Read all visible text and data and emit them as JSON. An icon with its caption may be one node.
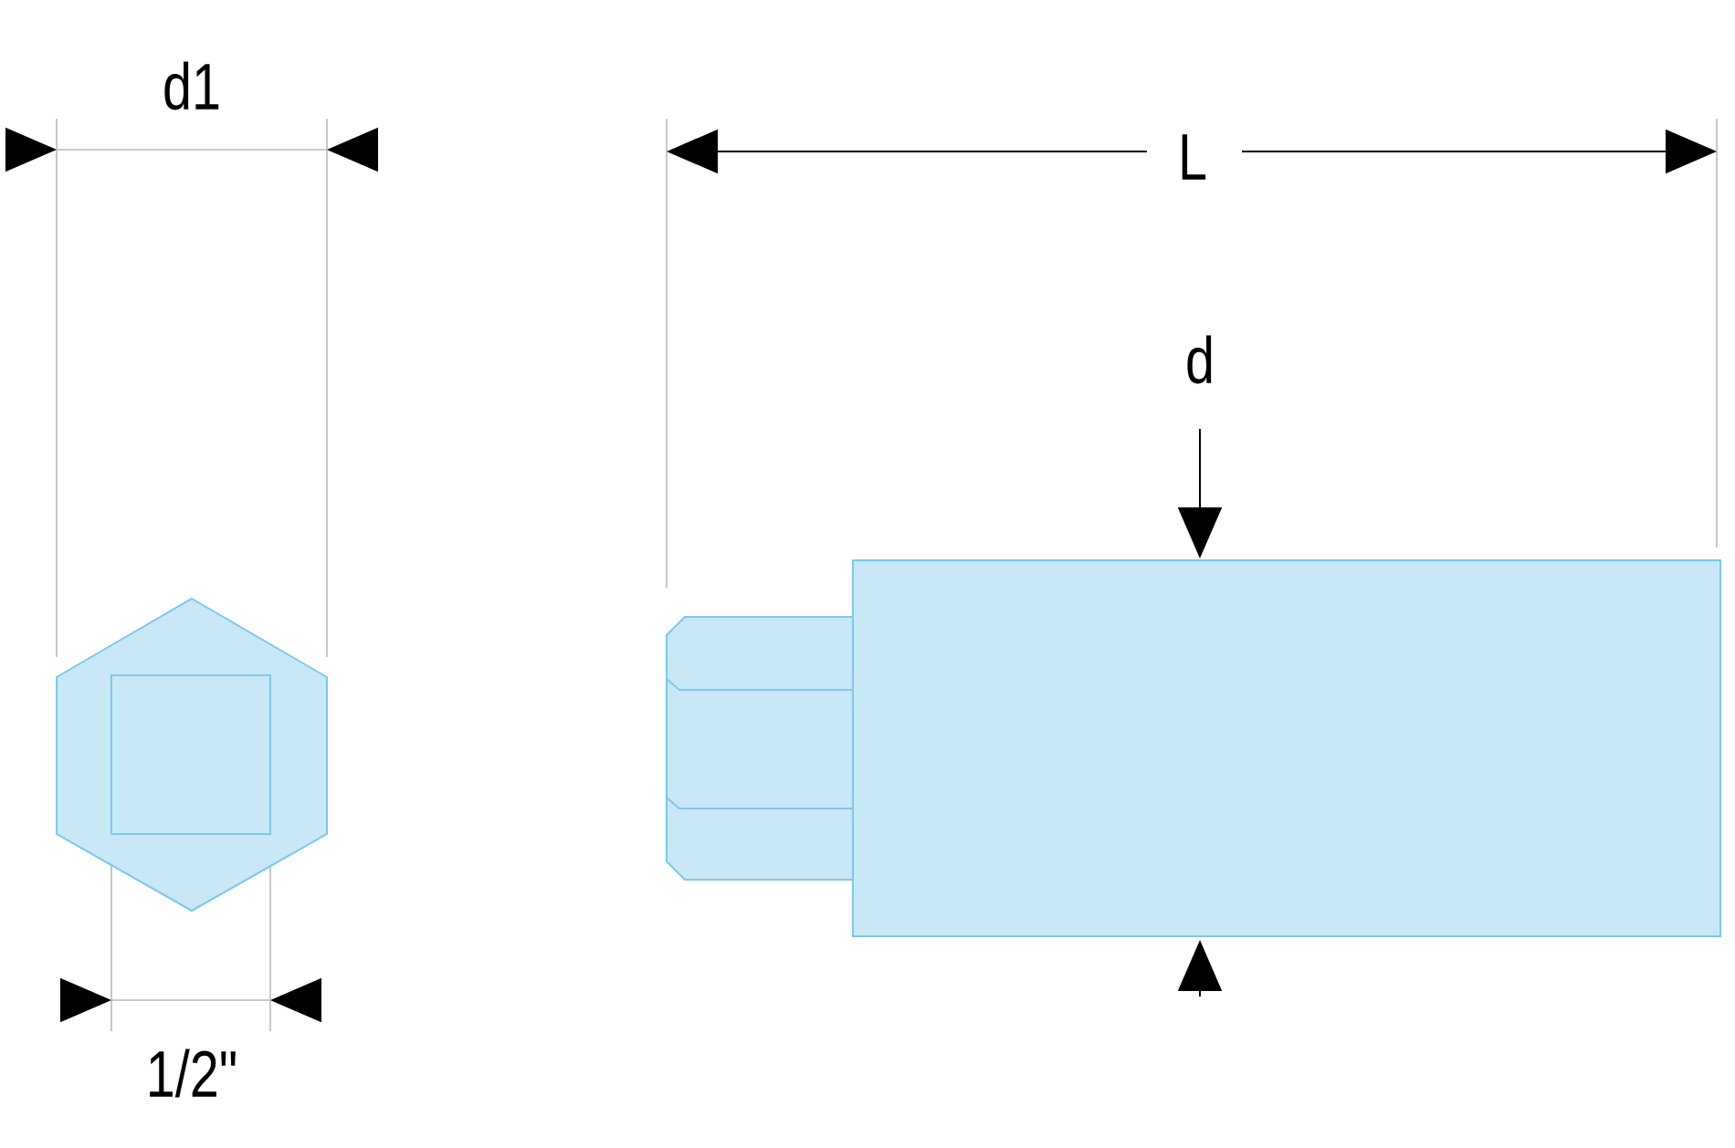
{
  "diagram": {
    "labels": [
      "d1",
      "L",
      "d",
      "1/2\""
    ]
  }
}
